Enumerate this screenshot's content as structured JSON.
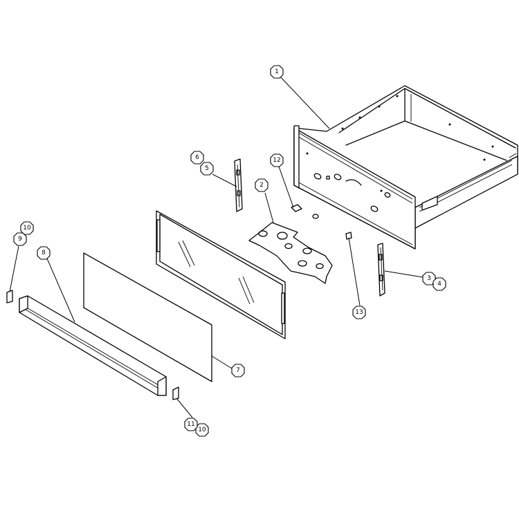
{
  "diagram": {
    "type": "exploded-parts-view",
    "callouts": [
      {
        "id": "c1",
        "label": "1"
      },
      {
        "id": "c2",
        "label": "2"
      },
      {
        "id": "c3",
        "label": "3"
      },
      {
        "id": "c4",
        "label": "4"
      },
      {
        "id": "c5",
        "label": "5"
      },
      {
        "id": "c6",
        "label": "6"
      },
      {
        "id": "c7",
        "label": "7"
      },
      {
        "id": "c8",
        "label": "8"
      },
      {
        "id": "c9",
        "label": "9"
      },
      {
        "id": "c10a",
        "label": "10"
      },
      {
        "id": "c10b",
        "label": "10"
      },
      {
        "id": "c11",
        "label": "11"
      },
      {
        "id": "c12",
        "label": "12"
      },
      {
        "id": "c13",
        "label": "13"
      }
    ]
  }
}
